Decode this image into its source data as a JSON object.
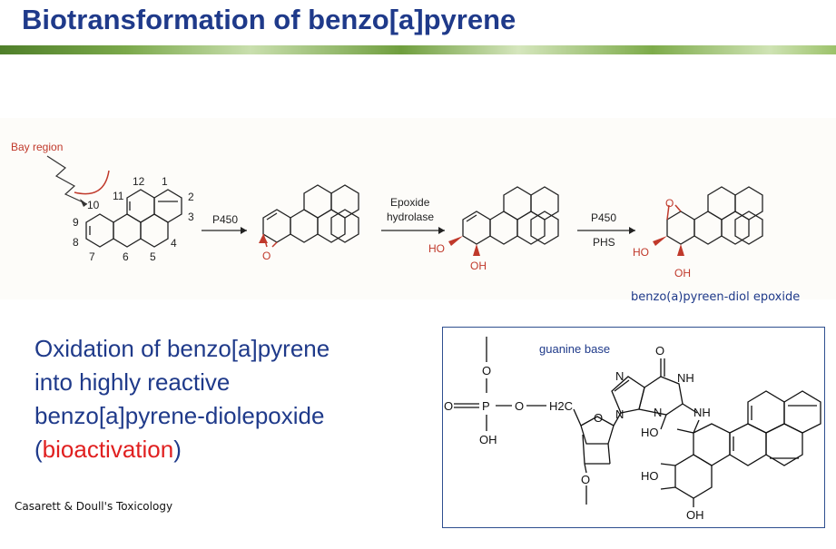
{
  "slide": {
    "title": "Biotransformation of benzo[a]pyrene",
    "colors": {
      "title": "#1f3a8a",
      "accent_red": "#e02020",
      "bar_green": "#6f9e3e",
      "box_border": "#2f4f8f"
    }
  },
  "scheme": {
    "bay_region_label": "Bay region",
    "ring_numbers": [
      "1",
      "2",
      "3",
      "4",
      "5",
      "6",
      "7",
      "8",
      "9",
      "10",
      "11",
      "12"
    ],
    "arrows": [
      {
        "top": "P450",
        "bottom": ""
      },
      {
        "top": "Epoxide",
        "bottom": "hydrolase"
      },
      {
        "top": "P450",
        "bottom": "PHS"
      }
    ],
    "atoms": {
      "oxygen": "O",
      "hydroxyl_left": "HO",
      "hydroxyl_down": "OH"
    },
    "product_label": "benzo(a)pyreen-diol epoxide"
  },
  "main_text": {
    "line1": "Oxidation of benzo[a]pyrene",
    "line2": "into highly reactive",
    "line3": "benzo[a]pyrene-diolepoxide",
    "open_paren": "(",
    "highlight": "bioactivation",
    "close_paren": ")"
  },
  "dna_adduct": {
    "guanine_label": "guanine base",
    "atoms": {
      "O_top": "O",
      "P": "P",
      "O_eq": "O",
      "O_bridge": "O",
      "H2C": "H2C",
      "OH_p": "OH",
      "N7": "N",
      "NH1": "NH",
      "N3": "N",
      "N9": "N",
      "NH_link": "NH",
      "O_keto": "O",
      "O_sugar": "O",
      "O_3p": "O",
      "HO_1": "HO",
      "HO_2": "HO",
      "OH_bottom": "OH"
    }
  },
  "citation": "Casarett & Doull's Toxicology"
}
